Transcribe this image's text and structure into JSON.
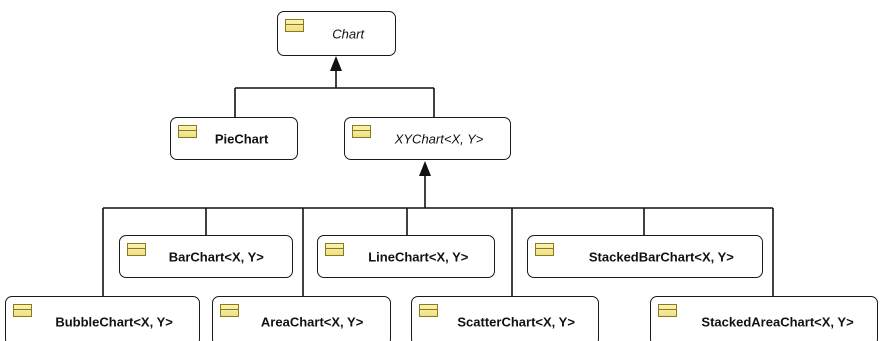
{
  "diagram": {
    "nodes": {
      "chart": {
        "label": "Chart",
        "abstract": true
      },
      "pie_chart": {
        "label": "PieChart",
        "abstract": false
      },
      "xy_chart": {
        "label": "XYChart<X, Y>",
        "abstract": true
      },
      "bar_chart": {
        "label": "BarChart<X, Y>",
        "abstract": false
      },
      "line_chart": {
        "label": "LineChart<X, Y>",
        "abstract": false
      },
      "stacked_bar_chart": {
        "label": "StackedBarChart<X, Y>",
        "abstract": false
      },
      "bubble_chart": {
        "label": "BubbleChart<X, Y>",
        "abstract": false
      },
      "area_chart": {
        "label": "AreaChart<X, Y>",
        "abstract": false
      },
      "scatter_chart": {
        "label": "ScatterChart<X, Y>",
        "abstract": false
      },
      "stacked_area_chart": {
        "label": "StackedAreaChart<X, Y>",
        "abstract": false
      }
    },
    "icon": "class-icon",
    "edges": [
      {
        "child": "pie_chart",
        "parent": "chart",
        "type": "generalization"
      },
      {
        "child": "xy_chart",
        "parent": "chart",
        "type": "generalization"
      },
      {
        "child": "bar_chart",
        "parent": "xy_chart",
        "type": "generalization"
      },
      {
        "child": "line_chart",
        "parent": "xy_chart",
        "type": "generalization"
      },
      {
        "child": "stacked_bar_chart",
        "parent": "xy_chart",
        "type": "generalization"
      },
      {
        "child": "bubble_chart",
        "parent": "xy_chart",
        "type": "generalization"
      },
      {
        "child": "area_chart",
        "parent": "xy_chart",
        "type": "generalization"
      },
      {
        "child": "scatter_chart",
        "parent": "xy_chart",
        "type": "generalization"
      },
      {
        "child": "stacked_area_chart",
        "parent": "xy_chart",
        "type": "generalization"
      }
    ]
  }
}
